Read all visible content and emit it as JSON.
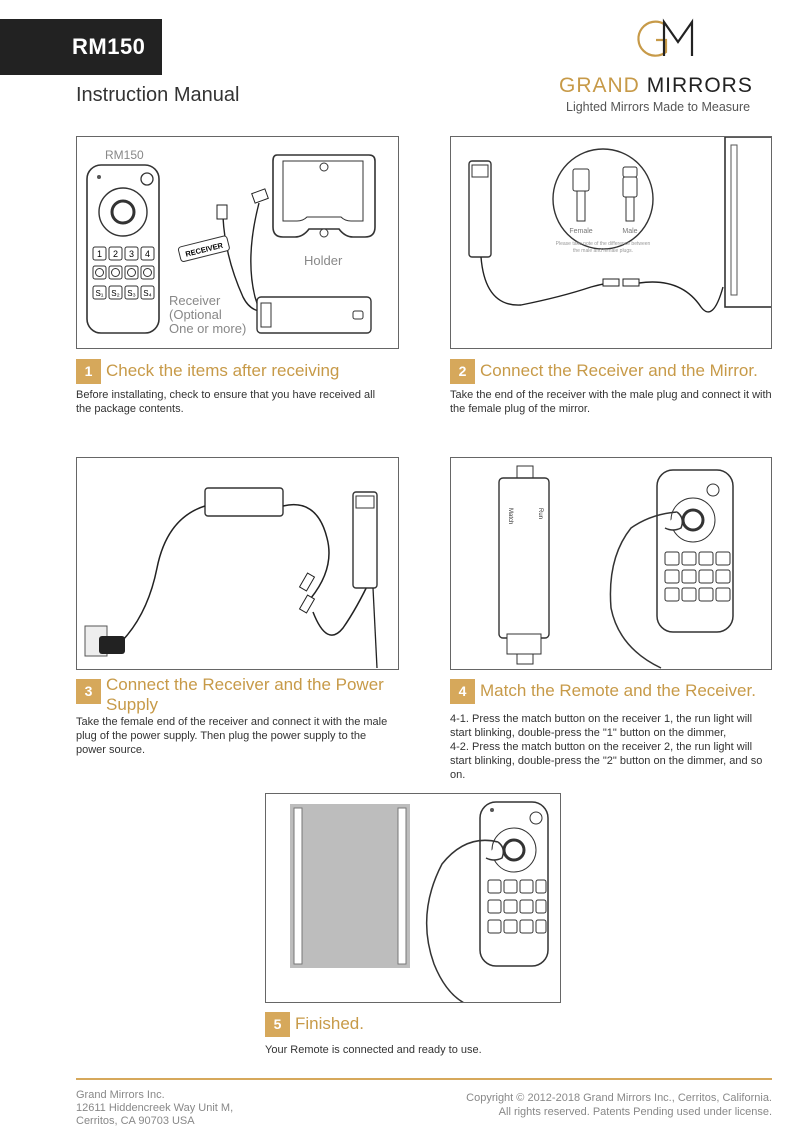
{
  "header": {
    "model": "RM150",
    "manual_title": "Instruction Manual",
    "logo_letters": "GM",
    "brand_part1": "GRAND",
    "brand_part2": "MIRRORS",
    "tagline": "Lighted Mirrors Made to Measure"
  },
  "panel1": {
    "remote_label": "RM150",
    "holder_label": "Holder",
    "receiver_tag": "RECEIVER",
    "receiver_note": [
      "Receiver",
      "(Optional",
      "One or more)"
    ]
  },
  "panel2": {
    "female_label": "Female",
    "male_label": "Male",
    "note": [
      "Please take note of the difference between",
      "the male and female plugs."
    ]
  },
  "remote_buttons": {
    "numbers": [
      "1",
      "2",
      "3",
      "4"
    ],
    "scenes": [
      "S₁",
      "S₂",
      "S₃",
      "S₄"
    ]
  },
  "receiver_labels": {
    "match": "Match",
    "run": "Run"
  },
  "steps": [
    {
      "num": "1",
      "title": "Check the items after receiving",
      "desc": "Before installating, check to ensure that you have received all the package contents."
    },
    {
      "num": "2",
      "title": "Connect the Receiver and the Mirror.",
      "desc": "Take the end of the receiver with the male plug and connect it with the female plug of the mirror."
    },
    {
      "num": "3",
      "title": "Connect the Receiver and the Power Supply",
      "desc": "Take the female end of the receiver and connect it with the male plug of the power supply. Then plug the power supply to the power source."
    },
    {
      "num": "4",
      "title": "Match the Remote and the Receiver.",
      "desc": "4-1. Press the match button on the receiver 1, the run light will start blinking, double-press the \"1\" button on the dimmer,\n4-2. Press the match button on the receiver 2, the run light will start blinking, double-press the \"2\" button on the dimmer, and so on."
    },
    {
      "num": "5",
      "title": "Finished.",
      "desc": "Your Remote is connected and ready to use."
    }
  ],
  "footer": {
    "company": "Grand Mirrors Inc.",
    "address1": "12611 Hiddencreek Way Unit M,",
    "address2": "Cerritos, CA 90703 USA",
    "copyright": "Copyright © 2012-2018 Grand Mirrors Inc., Cerritos, California.",
    "rights": "All rights reserved. Patents Pending used under license."
  }
}
